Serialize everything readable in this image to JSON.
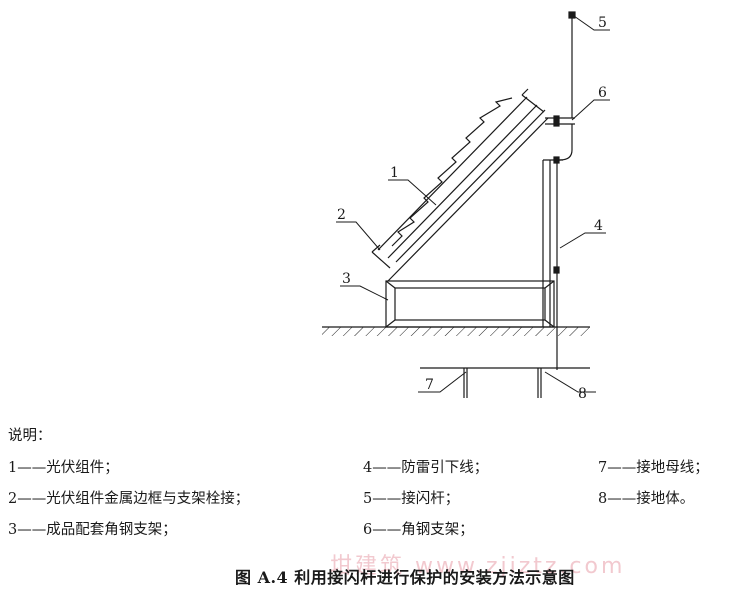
{
  "labels": {
    "l1": "1",
    "l2": "2",
    "l3": "3",
    "l4": "4",
    "l5": "5",
    "l6": "6",
    "l7": "7",
    "l8": "8"
  },
  "legend": {
    "title": "说明：",
    "items": [
      "1——光伏组件；",
      "2——光伏组件金属边框与支架栓接；",
      "3——成品配套角钢支架；",
      "4——防雷引下线；",
      "5——接闪杆；",
      "6——角钢支架；",
      "7——接地母线；",
      "8——接地体。"
    ]
  },
  "caption": "图 A.4   利用接闪杆进行保护的安装方法示意图",
  "watermark": "坩建筑 www.zjiztz.com"
}
